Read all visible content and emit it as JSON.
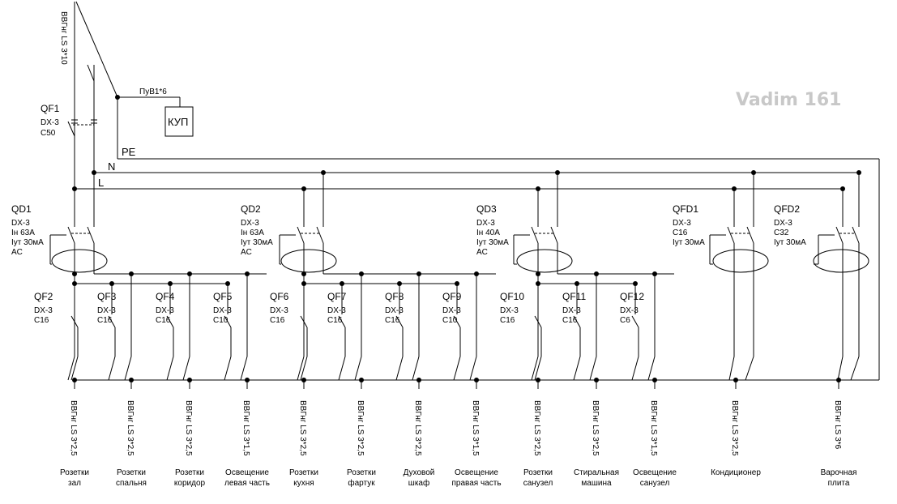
{
  "watermark": "Vadim 161",
  "input_cable": "ВВГнг LS 3*10",
  "main_breaker": {
    "name": "QF1",
    "type": "DX-3",
    "rating": "C50"
  },
  "kup": {
    "label": "КУП",
    "cable": "ПуВ1*6"
  },
  "bus": {
    "pe": "PE",
    "n": "N",
    "l": "L"
  },
  "rcds": [
    {
      "name": "QD1",
      "type": "DX-3",
      "in": "Iн 63А",
      "idn": "Iут 30мА",
      "cls": "AC"
    },
    {
      "name": "QD2",
      "type": "DX-3",
      "in": "Iн 63А",
      "idn": "Iут 30мА",
      "cls": "AC"
    },
    {
      "name": "QD3",
      "type": "DX-3",
      "in": "Iн 40А",
      "idn": "Iут 30мА",
      "cls": "AC"
    },
    {
      "name": "QFD1",
      "type": "DX-3",
      "in": "C16",
      "idn": "Iут 30мА",
      "cls": ""
    },
    {
      "name": "QFD2",
      "type": "DX-3",
      "in": "C32",
      "idn": "Iут 30мА",
      "cls": ""
    }
  ],
  "breakers": [
    {
      "name": "QF2",
      "type": "DX-3",
      "rating": "C16"
    },
    {
      "name": "QF3",
      "type": "DX-3",
      "rating": "C16"
    },
    {
      "name": "QF4",
      "type": "DX-3",
      "rating": "C16"
    },
    {
      "name": "QF5",
      "type": "DX-3",
      "rating": "C10"
    },
    {
      "name": "QF6",
      "type": "DX-3",
      "rating": "C16"
    },
    {
      "name": "QF7",
      "type": "DX-3",
      "rating": "C16"
    },
    {
      "name": "QF8",
      "type": "DX-3",
      "rating": "C16"
    },
    {
      "name": "QF9",
      "type": "DX-3",
      "rating": "C10"
    },
    {
      "name": "QF10",
      "type": "DX-3",
      "rating": "C16"
    },
    {
      "name": "QF11",
      "type": "DX-3",
      "rating": "C16"
    },
    {
      "name": "QF12",
      "type": "DX-3",
      "rating": "C6"
    }
  ],
  "circuits": [
    {
      "cable": "ВВГнг LS 3*2,5",
      "l1": "Розетки",
      "l2": "зал"
    },
    {
      "cable": "ВВГнг LS 3*2,5",
      "l1": "Розетки",
      "l2": "спальня"
    },
    {
      "cable": "ВВГнг LS 3*2,5",
      "l1": "Розетки",
      "l2": "коридор"
    },
    {
      "cable": "ВВГнг LS 3*1,5",
      "l1": "Освещение",
      "l2": "левая часть"
    },
    {
      "cable": "ВВГнг LS 3*2,5",
      "l1": "Розетки",
      "l2": "кухня"
    },
    {
      "cable": "ВВГнг LS 3*2,5",
      "l1": "Розетки",
      "l2": "фартук"
    },
    {
      "cable": "ВВГнг LS 3*2,5",
      "l1": "Духовой",
      "l2": "шкаф"
    },
    {
      "cable": "ВВГнг LS 3*1,5",
      "l1": "Освещение",
      "l2": "правая часть"
    },
    {
      "cable": "ВВГнг LS 3*2,5",
      "l1": "Розетки",
      "l2": "санузел"
    },
    {
      "cable": "ВВГнг LS 3*2,5",
      "l1": "Стиральная",
      "l2": "машина"
    },
    {
      "cable": "ВВГнг LS 3*1,5",
      "l1": "Освещение",
      "l2": "санузел"
    },
    {
      "cable": "ВВГнг LS 3*2,5",
      "l1": "Кондиционер",
      "l2": ""
    },
    {
      "cable": "ВВГнг LS 3*6",
      "l1": "Варочная",
      "l2": "плита"
    }
  ]
}
